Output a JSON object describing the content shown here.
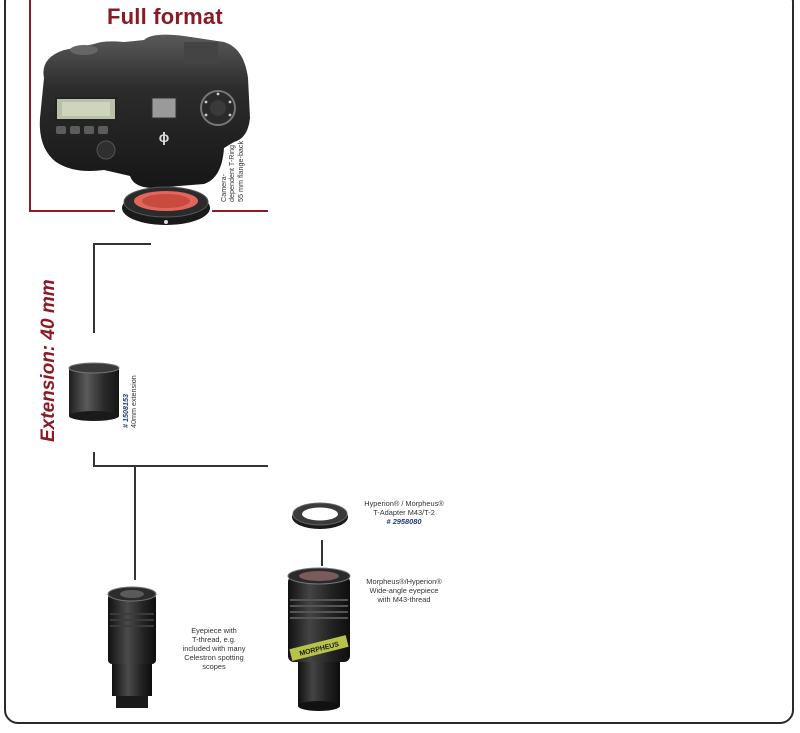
{
  "title": "Full format",
  "extension_label": "Extension: 40 mm",
  "tring": {
    "line1": "Camera-",
    "line2": "dependent T-Ring",
    "line3": "55 mm flange-back"
  },
  "extension_tube": {
    "article": "# 1508153",
    "desc": "40mm extension"
  },
  "adapter": {
    "line1": "Hyperion® / Morpheus®",
    "line2": "T-Adapter M43/T-2",
    "article": "# 2958080"
  },
  "morpheus_eyepiece": {
    "line1": "Morpheus®/Hyperion®",
    "line2": "Wide-angle eyepiece",
    "line3": "with M43-thread"
  },
  "tthread_eyepiece": {
    "line1": "Eyepiece with",
    "line2": "T-thread, e.g.",
    "line3": "included with many",
    "line4": "Celestron spotting",
    "line5": "scopes"
  },
  "brand_on_eyepiece": "MORPHEUS",
  "colors": {
    "accent": "#8a1a24",
    "article": "#1f3e7a",
    "frame": "#2a2a2a"
  }
}
